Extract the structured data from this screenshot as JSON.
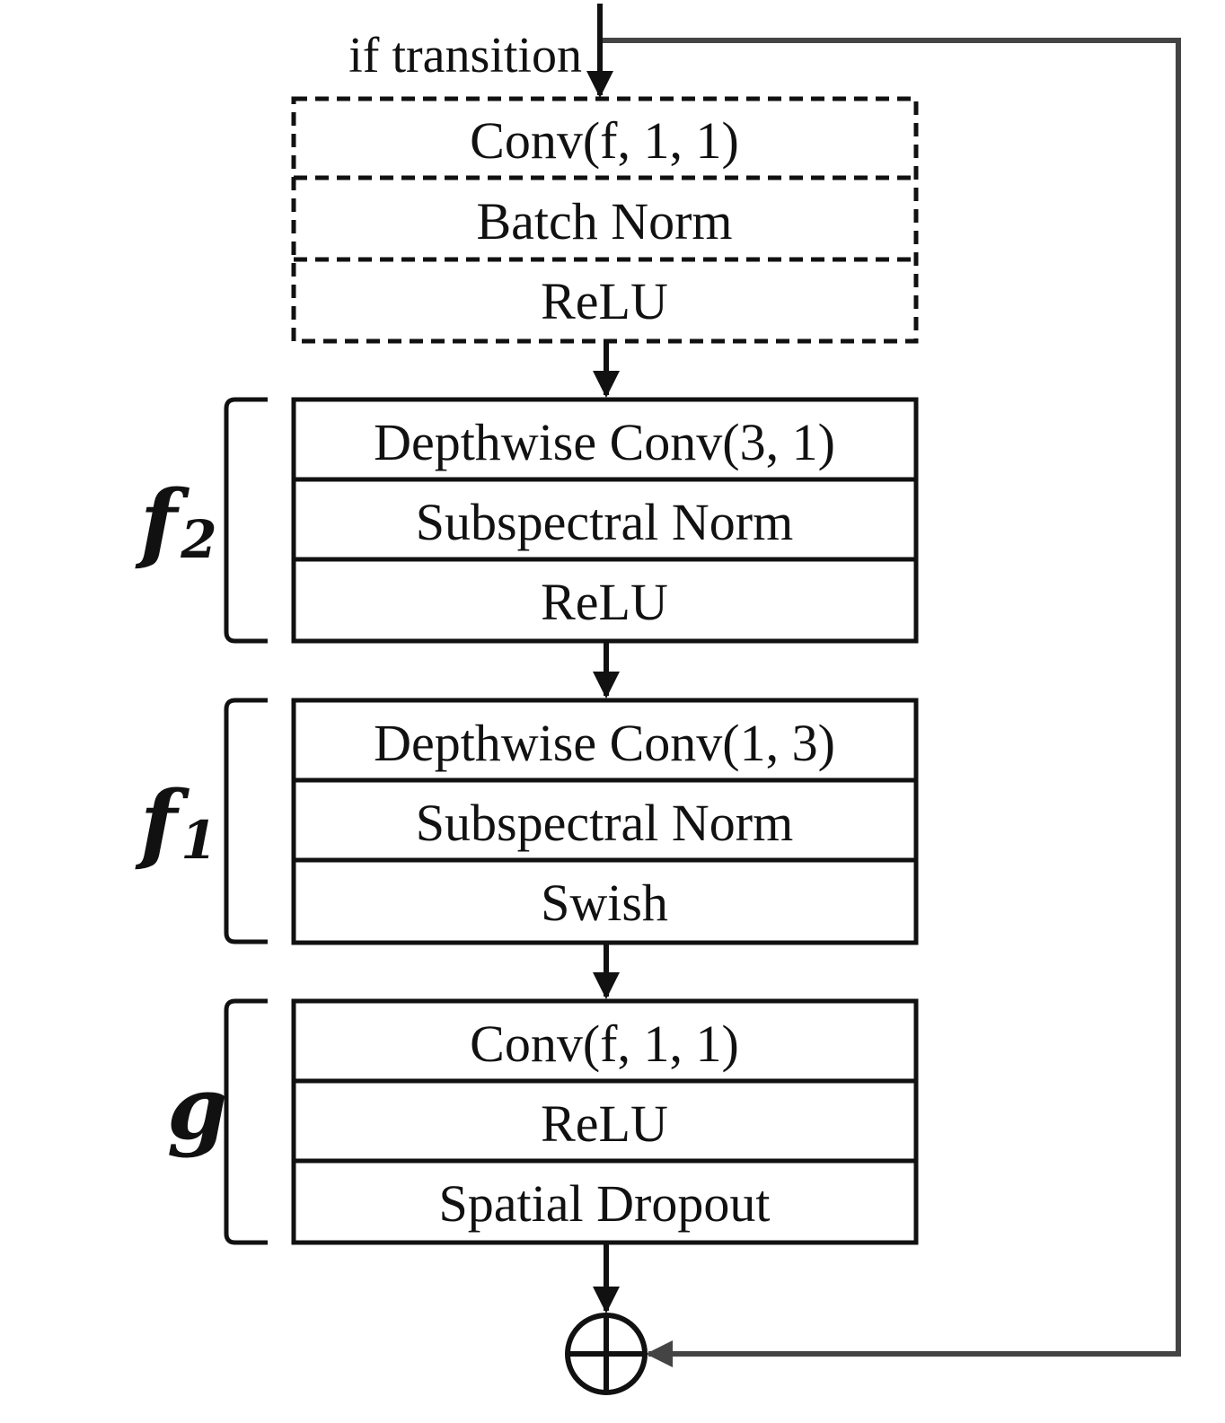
{
  "transition_label": "if transition",
  "transition_block": {
    "dashed": true,
    "layers": [
      "Conv(f, 1, 1)",
      "Batch Norm",
      "ReLU"
    ]
  },
  "groups": [
    {
      "label": "f",
      "subscript": "2",
      "layers": [
        "Depthwise Conv(3, 1)",
        "Subspectral Norm",
        "ReLU"
      ]
    },
    {
      "label": "f",
      "subscript": "1",
      "layers": [
        "Depthwise Conv(1, 3)",
        "Subspectral Norm",
        "Swish"
      ]
    },
    {
      "label": "g",
      "subscript": "",
      "layers": [
        "Conv(f, 1, 1)",
        "ReLU",
        "Spatial Dropout"
      ]
    }
  ],
  "output_node": "sum-node",
  "colors": {
    "line": "#111111",
    "skip_line": "#444444",
    "background": "#ffffff"
  }
}
